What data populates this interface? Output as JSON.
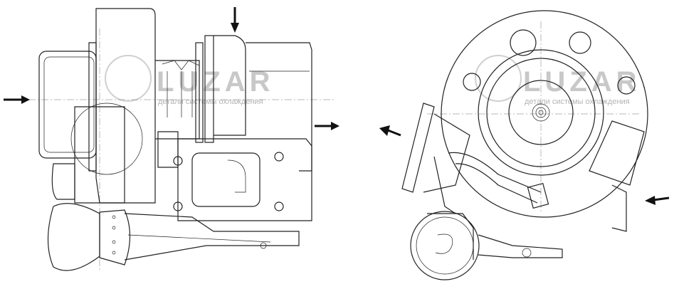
{
  "figure": {
    "subject": "turbocharger",
    "views": [
      "side-view",
      "end-view"
    ],
    "watermark": {
      "brand": "LUZAR",
      "tagline": "детали системы охлаждения"
    },
    "colors": {
      "line": "#222222",
      "watermark": "#dddddd",
      "background": "#ffffff"
    }
  }
}
